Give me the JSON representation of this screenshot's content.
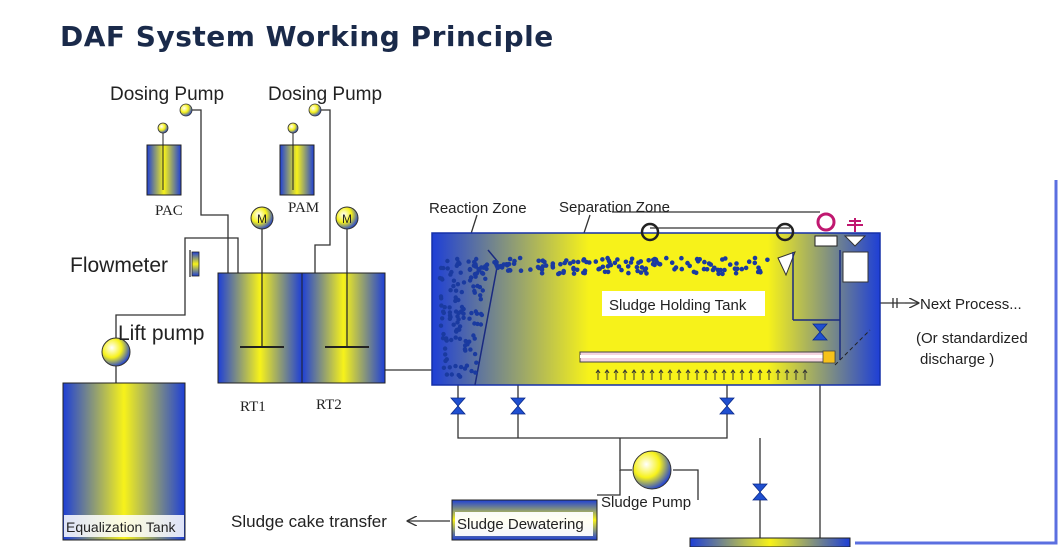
{
  "title": "DAF System Working Principle",
  "labels": {
    "dosing_pump_1": "Dosing Pump",
    "dosing_pump_2": "Dosing Pump",
    "pac": "PAC",
    "pam": "PAM",
    "flowmeter": "Flowmeter",
    "lift_pump": "Lift pump",
    "rt1": "RT1",
    "rt2": "RT2",
    "equalization_tank": "Equalization Tank",
    "reaction_zone": "Reaction Zone",
    "separation_zone": "Separation Zone",
    "sludge_holding_tank": "Sludge Holding Tank",
    "next_process": "Next Process...",
    "standardized_1": "(Or standardized",
    "standardized_2": "discharge )",
    "sludge_pump": "Sludge Pump",
    "sludge_dewatering": "Sludge Dewatering",
    "sludge_cake_transfer": "Sludge cake transfer",
    "motor_1": "M",
    "motor_2": "M"
  },
  "colors": {
    "tank_blue": "#1e3fd6",
    "tank_yellow": "#f7f21a",
    "title": "#1a2a4a",
    "accent_border": "#5b6fe0"
  }
}
